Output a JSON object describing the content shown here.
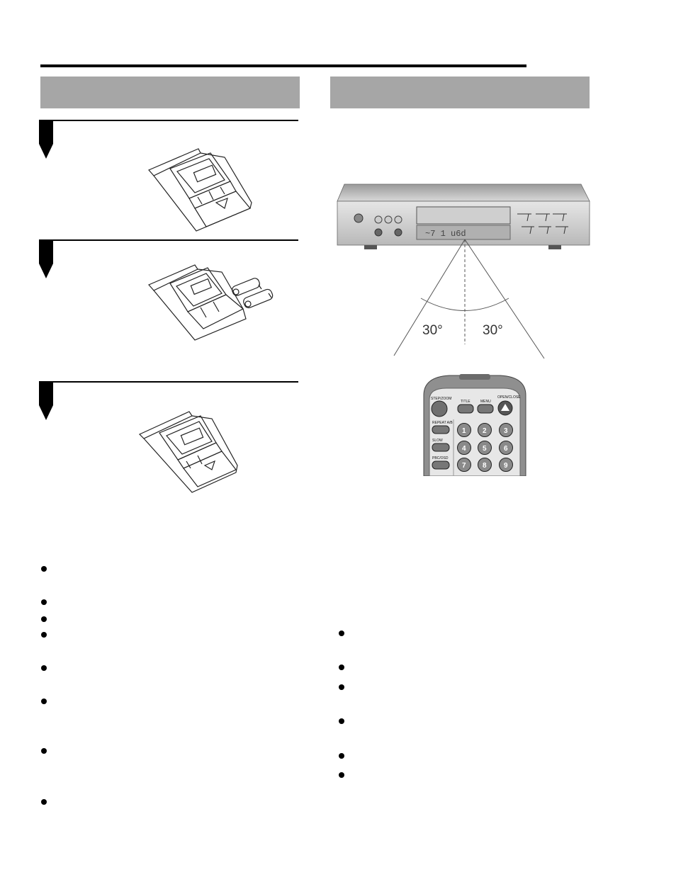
{
  "viewing_angle": {
    "left_label": "30°",
    "right_label": "30°"
  },
  "remote_buttons": {
    "step_zoom": "STEP/ZOOM",
    "title": "TITLE",
    "menu": "MENU",
    "open_close": "OPEN/CLOSE",
    "repeat_ab": "REPEAT A/B",
    "slow": "SLOW",
    "pbc_osd": "PBC/OSD",
    "numbers": [
      "1",
      "2",
      "3",
      "4",
      "5",
      "6",
      "7",
      "8",
      "9"
    ]
  },
  "player_display": {
    "readout": "~7   1  u6d"
  },
  "colors": {
    "band": "#a6a6a6",
    "rule": "#000000"
  }
}
